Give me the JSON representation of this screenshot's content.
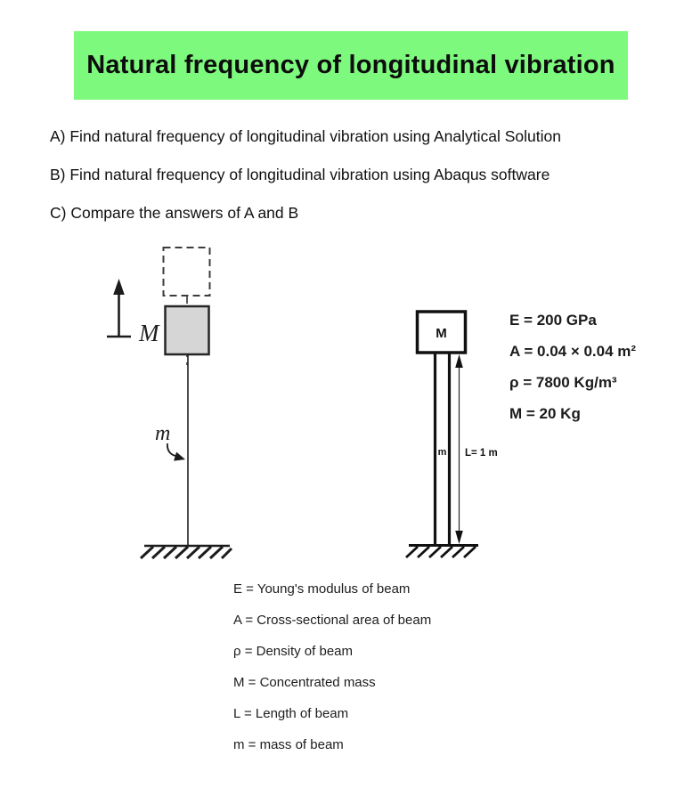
{
  "banner": {
    "title": "Natural frequency of longitudinal vibration"
  },
  "colors": {
    "banner_green": "#7dfa7d",
    "mass_fill_gray": "#d6d6d6"
  },
  "tasks": [
    "A) Find natural frequency of longitudinal vibration using Analytical Solution",
    "B) Find natural frequency of longitudinal vibration using Abaqus software",
    "C) Compare the answers of A and B"
  ],
  "left_diagram": {
    "concentrated_mass_label": "M",
    "beam_mass_label": "m"
  },
  "right_diagram": {
    "concentrated_mass_label": "M",
    "beam_mass_label": "m",
    "length_label": "L= 1 m"
  },
  "properties": [
    "E = 200 GPa",
    "A = 0.04 × 0.04 m²",
    "ρ = 7800 Kg/m³",
    "M = 20 Kg"
  ],
  "legend": [
    "E = Young's modulus of beam",
    "A = Cross-sectional area of beam",
    "ρ = Density of beam",
    "M = Concentrated mass",
    "L = Length of beam",
    "m = mass of beam"
  ]
}
